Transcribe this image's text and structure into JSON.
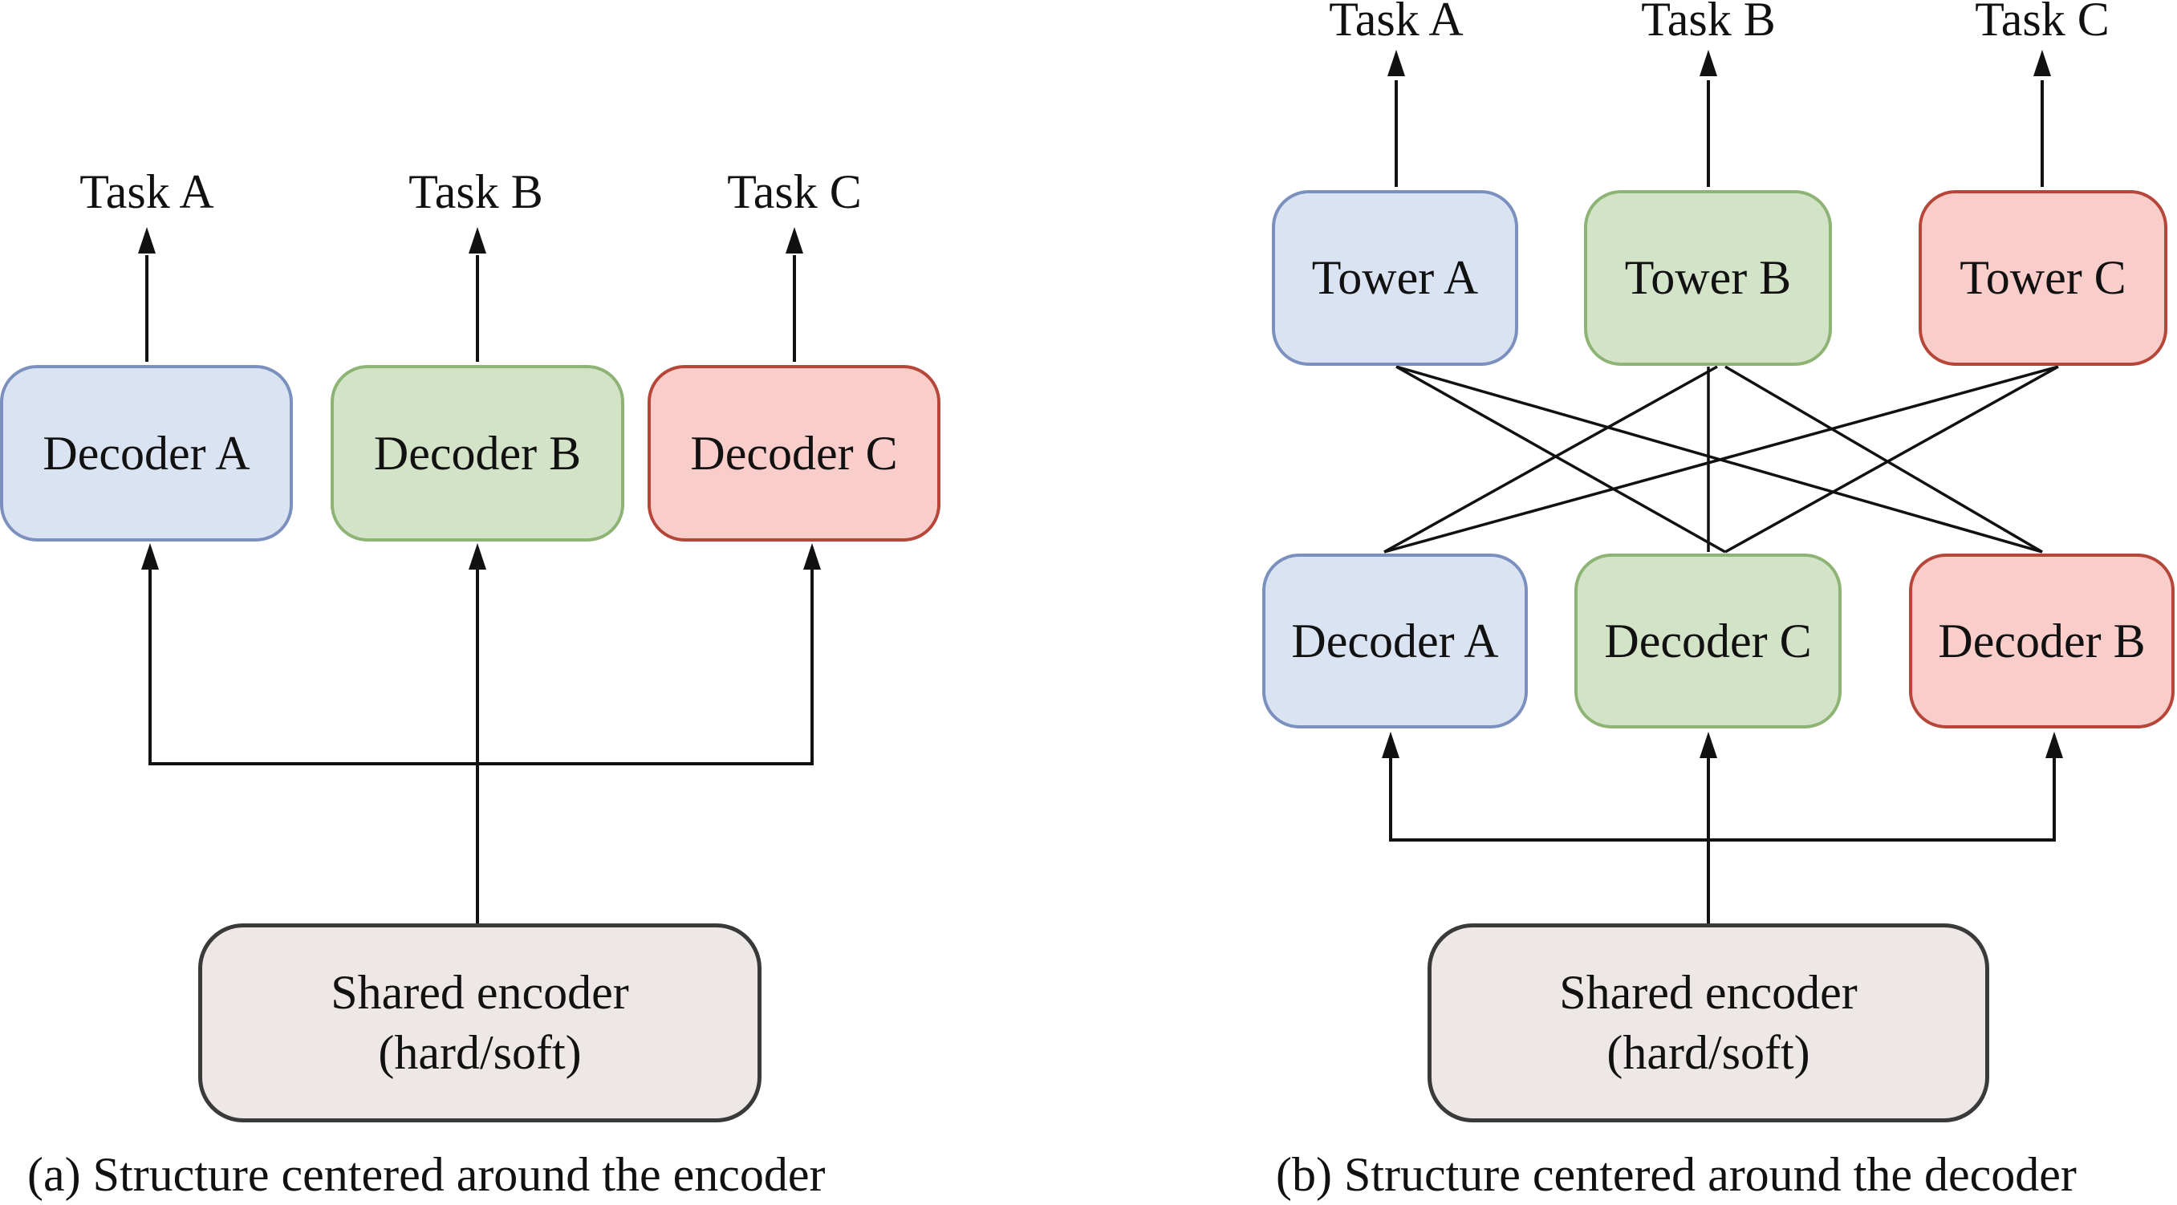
{
  "panel_a": {
    "caption": "(a) Structure centered around the encoder",
    "tasks": [
      "Task A",
      "Task B",
      "Task C"
    ],
    "decoders": [
      "Decoder A",
      "Decoder B",
      "Decoder C"
    ],
    "encoder": {
      "line1": "Shared encoder",
      "line2": "(hard/soft)"
    }
  },
  "panel_b": {
    "caption": "(b) Structure centered around the decoder",
    "tasks": [
      "Task A",
      "Task B",
      "Task C"
    ],
    "towers": [
      "Tower A",
      "Tower B",
      "Tower C"
    ],
    "decoders": [
      "Decoder A",
      "Decoder C",
      "Decoder B"
    ],
    "encoder": {
      "line1": "Shared encoder",
      "line2": "(hard/soft)"
    }
  },
  "colors": {
    "blue_fill": "#d9e3f1",
    "blue_border": "#7b90be",
    "green_fill": "#d3e3c7",
    "green_border": "#8db474",
    "red_fill": "#f9cdc9",
    "red_border": "#b54639",
    "encoder_fill": "#ede7e5",
    "encoder_border": "#3a3a3a",
    "line": "#111111"
  }
}
